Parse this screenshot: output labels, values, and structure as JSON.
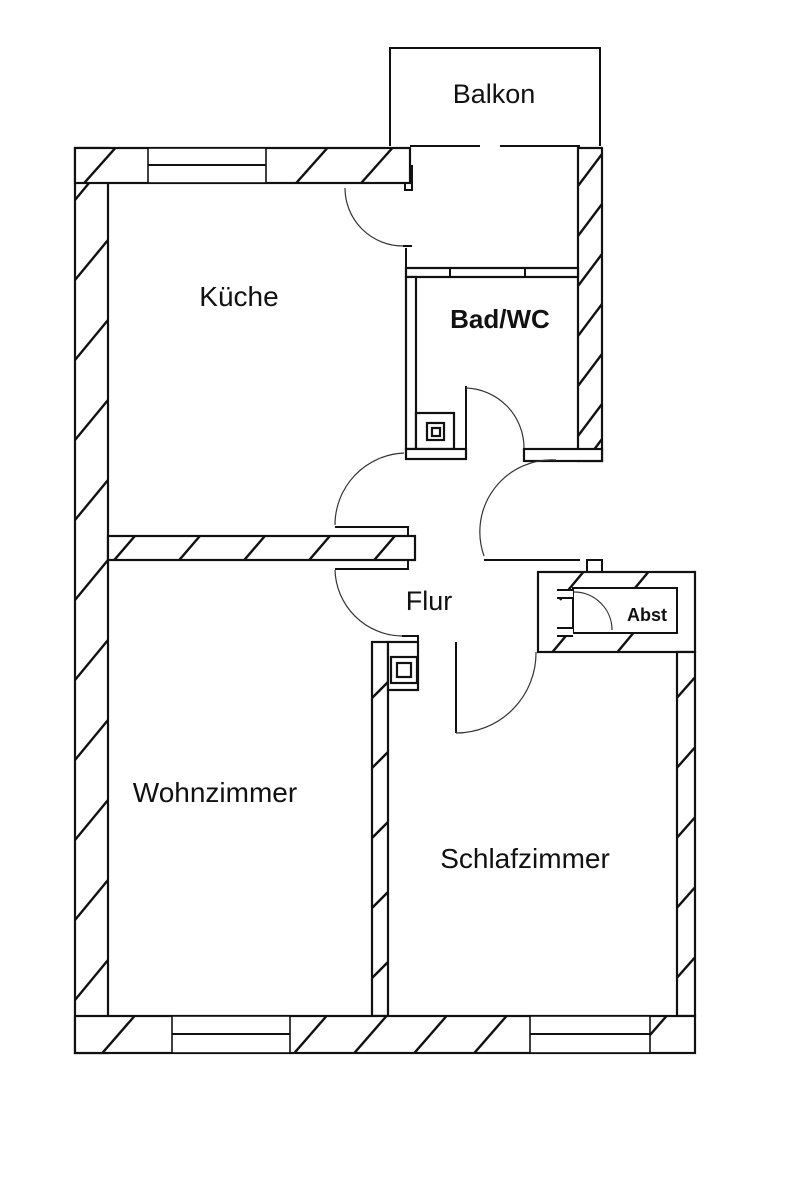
{
  "rooms": {
    "balcony": "Balkon",
    "kitchen": "Küche",
    "bathroom": "Bad/WC",
    "hallway": "Flur",
    "storage": "Abst",
    "living_room": "Wohnzimmer",
    "bedroom": "Schlafzimmer"
  },
  "colors": {
    "line": "#111111",
    "background": "#ffffff"
  }
}
